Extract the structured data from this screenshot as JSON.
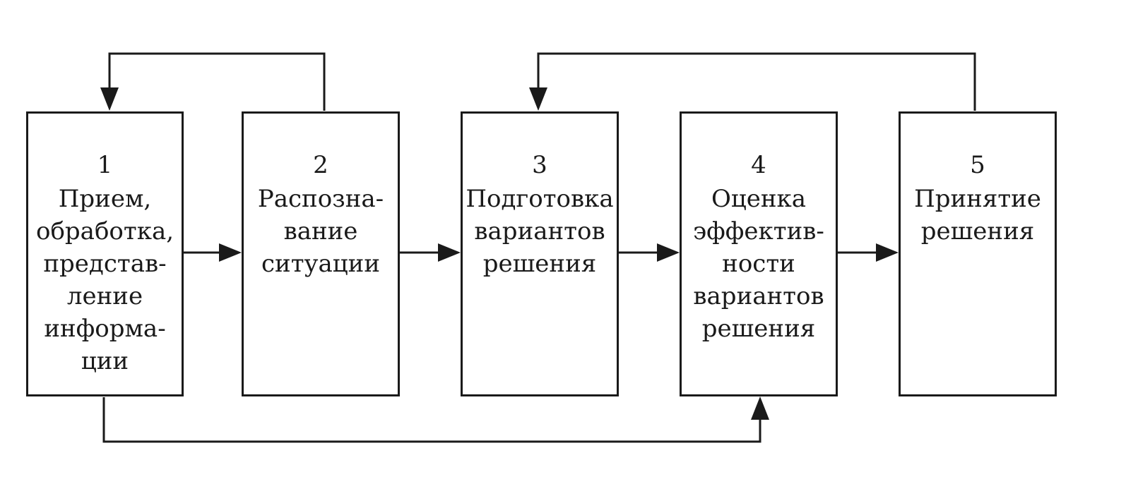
{
  "blocks": [
    {
      "number": "1",
      "lines": [
        "Прием,",
        "обработка,",
        "представ-",
        "ление",
        "информа-",
        "ции"
      ]
    },
    {
      "number": "2",
      "lines": [
        "Распозна-",
        "вание",
        "ситуации"
      ]
    },
    {
      "number": "3",
      "lines": [
        "Подготовка",
        "вариантов",
        "решения"
      ]
    },
    {
      "number": "4",
      "lines": [
        "Оценка",
        "эффектив-",
        "ности",
        "вариантов",
        "решения"
      ]
    },
    {
      "number": "5",
      "lines": [
        "Принятие",
        "решения"
      ]
    }
  ],
  "connections": [
    {
      "from": "1",
      "to": "2",
      "kind": "direct"
    },
    {
      "from": "2",
      "to": "3",
      "kind": "direct"
    },
    {
      "from": "3",
      "to": "4",
      "kind": "direct"
    },
    {
      "from": "4",
      "to": "5",
      "kind": "direct"
    },
    {
      "from": "2",
      "to": "1",
      "kind": "feedback-top"
    },
    {
      "from": "5",
      "to": "3",
      "kind": "feedback-top"
    },
    {
      "from": "1",
      "to": "4",
      "kind": "feedforward-bottom"
    }
  ],
  "colors": {
    "line": "#1a1a1a",
    "background": "#ffffff"
  }
}
